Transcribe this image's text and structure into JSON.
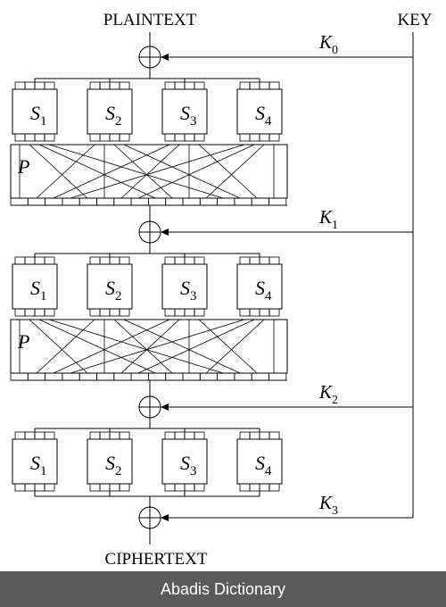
{
  "diagram": {
    "plaintext_label": "PLAINTEXT",
    "key_label": "KEY",
    "ciphertext_label": "CIPHERTEXT",
    "keys": [
      {
        "base": "K",
        "sub": "0"
      },
      {
        "base": "K",
        "sub": "1"
      },
      {
        "base": "K",
        "sub": "2"
      },
      {
        "base": "K",
        "sub": "3"
      }
    ],
    "sboxes": [
      {
        "base": "S",
        "sub": "1"
      },
      {
        "base": "S",
        "sub": "2"
      },
      {
        "base": "S",
        "sub": "3"
      },
      {
        "base": "S",
        "sub": "4"
      }
    ],
    "pbox_label": "P"
  },
  "footer": {
    "text": "Abadis Dictionary"
  }
}
